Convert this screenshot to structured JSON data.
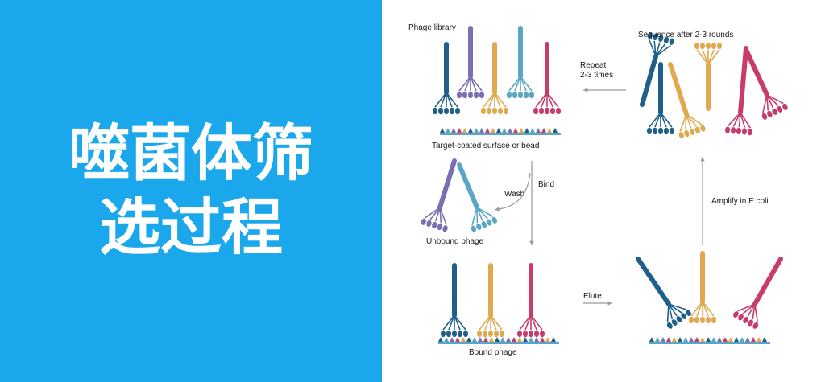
{
  "title": {
    "line1": "噬菌体筛",
    "line2": "选过程"
  },
  "labels": {
    "phage_library": "Phage library",
    "target_surface": "Target-coated surface or bead",
    "wash": "Wash",
    "bind": "Bind",
    "unbound_phage": "Unbound phage",
    "bound_phage": "Bound phage",
    "elute": "Elute",
    "amplify": "Amplify in E.coli",
    "repeat": "Repeat\n2-3 times",
    "sequence": "Sequence after 2-3 rounds"
  },
  "colors": {
    "background_left": "#1aa7ec",
    "title_text": "#ffffff",
    "dark_blue": "#1f5f8b",
    "purple": "#7b6fb3",
    "orange": "#e0a94f",
    "light_blue": "#5aa6c4",
    "pink": "#c83b6a",
    "arrow_gray": "#9a9a9a"
  }
}
